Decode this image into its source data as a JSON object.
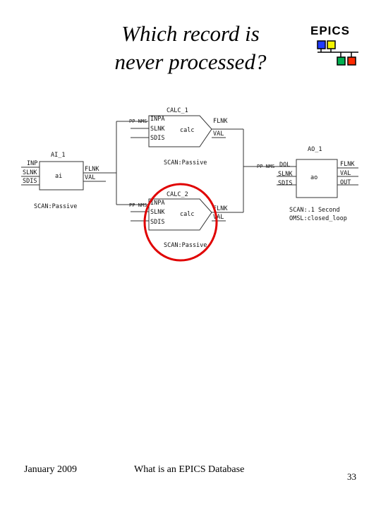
{
  "slide": {
    "title_line1": "Which record is",
    "title_line2": "never processed?",
    "logo_text": "EPICS",
    "logo_colors": {
      "blue": "#1f3bff",
      "yellow": "#f5f500",
      "green": "#00b050",
      "red": "#ff2a00"
    },
    "highlight_color": "#e00000"
  },
  "records": {
    "ai1": {
      "name": "AI_1",
      "type": "ai",
      "ports_in": [
        "INP",
        "SLNK",
        "SDIS"
      ],
      "ports_out": [
        "FLNK",
        "VAL"
      ],
      "scan": "SCAN:Passive"
    },
    "calc1": {
      "name": "CALC_1",
      "type": "calc",
      "ports_in": [
        "INPA",
        "SLNK",
        "SDIS"
      ],
      "ports_out": [
        "FLNK",
        "VAL"
      ],
      "scan": "SCAN:Passive",
      "link_tag": "PP NMS"
    },
    "calc2": {
      "name": "CALC_2",
      "type": "calc",
      "ports_in": [
        "INPA",
        "SLNK",
        "SDIS"
      ],
      "ports_out": [
        "FLNK",
        "VAL"
      ],
      "scan": "SCAN:Passive",
      "link_tag": "PP NMS"
    },
    "ao1": {
      "name": "AO_1",
      "type": "ao",
      "ports_in": [
        "DOL",
        "SLNK",
        "SDIS"
      ],
      "ports_out": [
        "FLNK",
        "VAL",
        "OUT"
      ],
      "scan": "SCAN:.1 Second",
      "omsl": "OMSL:closed_loop",
      "link_tag": "PP NMS"
    }
  },
  "footer": {
    "date": "January 2009",
    "center": "What is an EPICS Database",
    "page": "33"
  }
}
